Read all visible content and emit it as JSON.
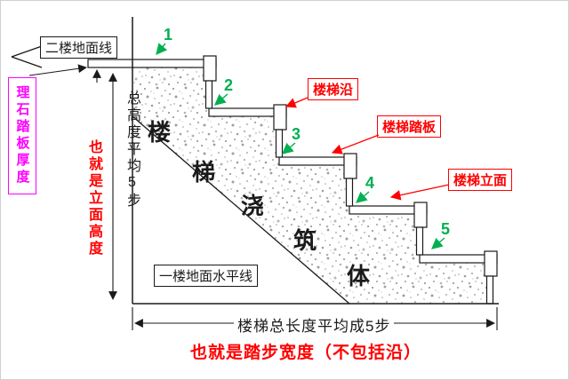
{
  "diagram": {
    "second_floor_line": "二楼地面线",
    "marble_tread_thickness": "理石踏板厚度",
    "total_height_note": "总高度平均5步",
    "riser_height_note": "也就是立面高度",
    "nosing_label": "楼梯沿",
    "tread_label": "楼梯踏板",
    "riser_label": "楼梯立面",
    "first_floor_line": "一楼地面水平线",
    "total_length_note": "楼梯总长度平均成5步",
    "tread_width_note": "也就是踏步宽度（不包括沿）",
    "stair_body_chars": [
      "楼",
      "梯",
      "浇",
      "筑",
      "体"
    ],
    "step_numbers": [
      "1",
      "2",
      "3",
      "4",
      "5"
    ],
    "colors": {
      "red": "#ff0000",
      "green": "#00b050",
      "magenta": "#ff00ff",
      "ink": "#1a1a1a",
      "stipple": "#9e9e9e"
    }
  }
}
